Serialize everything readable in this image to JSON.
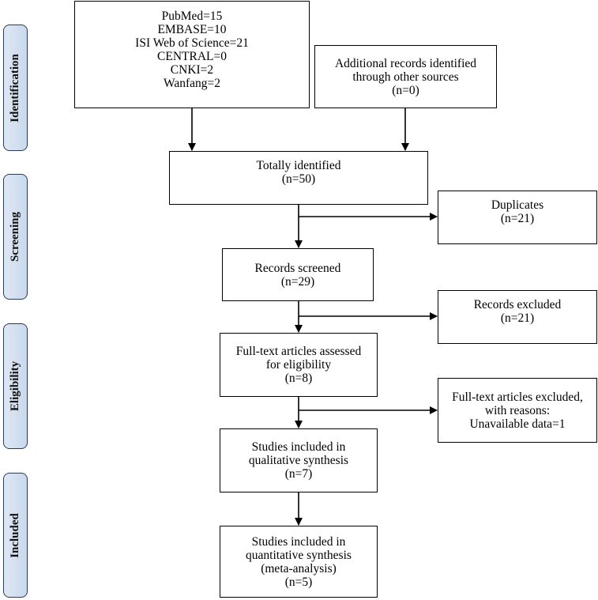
{
  "stages": [
    {
      "id": "identification",
      "label": "Identification"
    },
    {
      "id": "screening",
      "label": "Screening"
    },
    {
      "id": "eligibility",
      "label": "Eligibility"
    },
    {
      "id": "included",
      "label": "Included"
    }
  ],
  "boxes": {
    "databases": {
      "lines": [
        "PubMed=15",
        "EMBASE=10",
        "ISI Web of Science=21",
        "CENTRAL=0",
        "CNKI=2",
        "Wanfang=2"
      ]
    },
    "additional": {
      "lines": [
        "Additional records identified",
        "through other sources",
        "(n=0)"
      ]
    },
    "identified": {
      "lines": [
        "Totally identified",
        "(n=50)"
      ]
    },
    "duplicates": {
      "lines": [
        "Duplicates",
        "(n=21)"
      ]
    },
    "screened": {
      "lines": [
        "Records screened",
        "(n=29)"
      ]
    },
    "excluded": {
      "lines": [
        "Records excluded",
        "(n=21)"
      ]
    },
    "fulltext": {
      "lines": [
        "Full-text articles assessed",
        "for eligibility",
        "(n=8)"
      ]
    },
    "fulltext_excluded": {
      "lines": [
        "Full-text articles excluded,",
        "with reasons:",
        "Unavailable data=1"
      ]
    },
    "qualitative": {
      "lines": [
        "Studies included in",
        "qualitative synthesis",
        "(n=7)"
      ]
    },
    "quantitative": {
      "lines": [
        "Studies included in",
        "quantitative synthesis",
        "(meta-analysis)",
        "(n=5)"
      ]
    }
  }
}
